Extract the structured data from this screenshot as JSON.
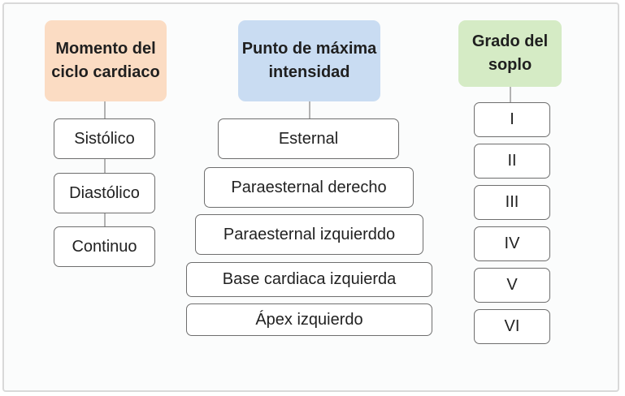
{
  "colors": {
    "header_1_fill": "#fbdcc3",
    "header_2_fill": "#c9dcf2",
    "header_3_fill": "#d5ebc5",
    "box_border": "#6e6e6e",
    "connector": "#9a9a9a"
  },
  "columns": [
    {
      "header": "Momento del ciclo cardiaco",
      "items": [
        "Sistólico",
        "Diastólico",
        "Continuo"
      ]
    },
    {
      "header": "Punto de máxima intensidad",
      "items": [
        "Esternal",
        "Paraesternal derecho",
        "Paraesternal izquierddo",
        "Base cardiaca izquierda",
        "Ápex izquierdo"
      ]
    },
    {
      "header": "Grado del soplo",
      "items": [
        "I",
        "II",
        "III",
        "IV",
        "V",
        "VI"
      ]
    }
  ]
}
